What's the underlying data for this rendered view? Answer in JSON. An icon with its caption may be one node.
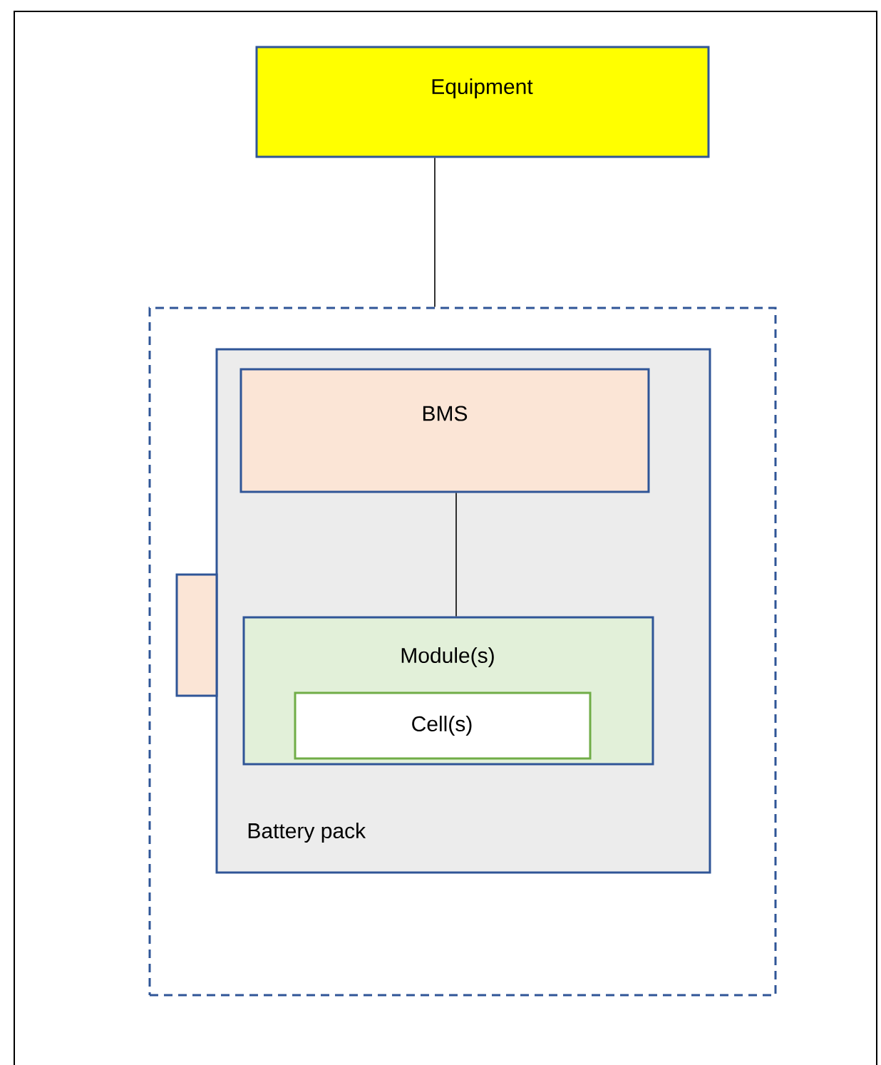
{
  "diagram": {
    "nodes": [
      {
        "text": [
          "Equipment"
        ]
      },
      {
        "text": [],
        "shape": "box"
      },
      {
        "text": [
          "Battery pack"
        ],
        "in": 1
      },
      {
        "text": [
          "BMS"
        ],
        "in": 2
      },
      {
        "text": [
          "Module(s)"
        ],
        "in": 2
      },
      {
        "text": [
          "Cell(s)"
        ],
        "in": 4
      },
      {
        "text": [],
        "shape": "box",
        "in": 1
      }
    ],
    "edges": [
      {
        "from": 0,
        "to": 1,
        "arrow": "none"
      },
      {
        "from": 3,
        "to": 4,
        "arrow": "none"
      }
    ]
  }
}
